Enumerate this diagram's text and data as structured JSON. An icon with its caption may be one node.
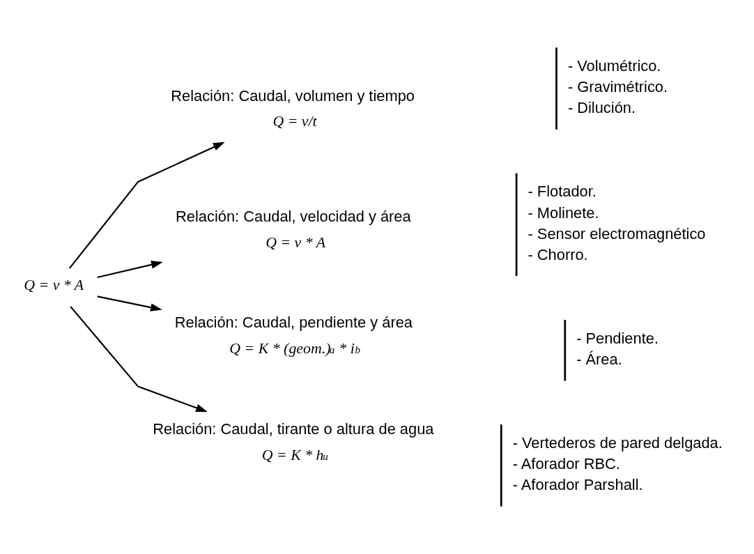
{
  "diagram": {
    "nodes": [
      {
        "text": [
          "Q = v * A"
        ]
      },
      {
        "text": [
          "Relación: Caudal, volumen y tiempo",
          "Q = v/t"
        ],
        "beside": [
          "- Volumétrico.",
          "- Gravimétrico.",
          "- Dilución."
        ]
      },
      {
        "text": [
          "Relación: Caudal, velocidad y área",
          "Q = v * A"
        ],
        "beside": [
          "- Flotador.",
          "- Molinete.",
          "- Sensor electromagnético",
          "- Chorro."
        ]
      },
      {
        "text": [
          "Relación: Caudal, pendiente y área",
          "Q = K * (geom.)$^{a}$ * i$^{b}$"
        ],
        "beside": [
          "- Pendiente.",
          "- Área."
        ]
      },
      {
        "text": [
          "Relación: Caudal, tirante o altura de agua",
          "Q = K * h$^{u}$"
        ],
        "beside": [
          "- Vertederos de pared delgada.",
          "- Aforador RBC.",
          "- Aforador Parshall."
        ]
      }
    ],
    "edges": [
      {
        "from": 0,
        "to": 1,
        "arrow": "to"
      },
      {
        "from": 0,
        "to": 2,
        "arrow": "to"
      },
      {
        "from": 0,
        "to": 3,
        "arrow": "to"
      },
      {
        "from": 0,
        "to": 4,
        "arrow": "to"
      }
    ]
  }
}
